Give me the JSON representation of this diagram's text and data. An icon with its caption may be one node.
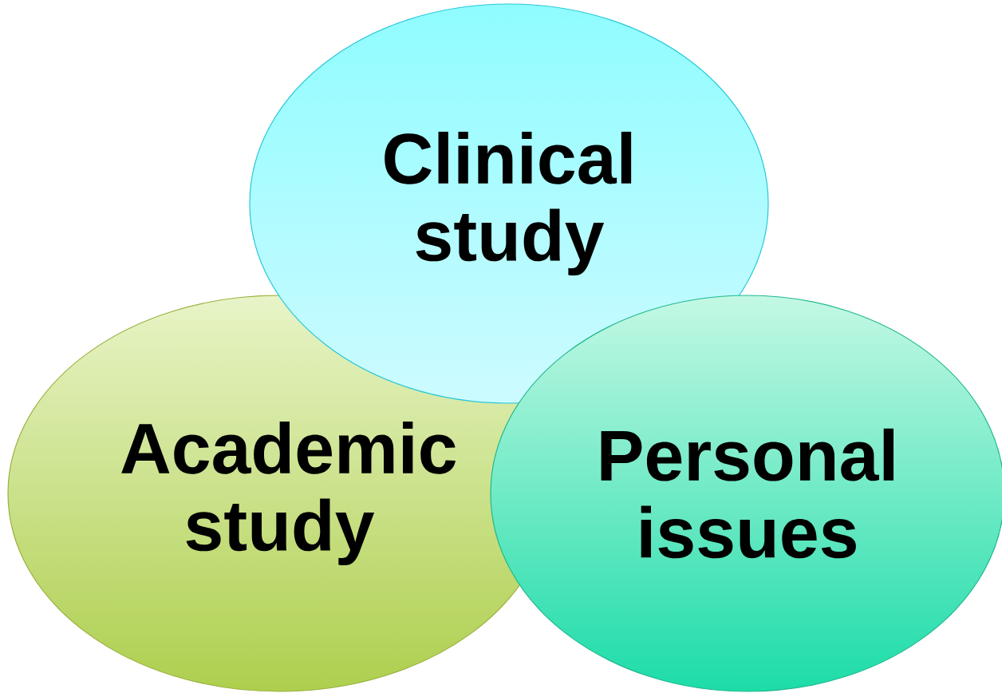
{
  "diagram": {
    "nodes": [
      {
        "text": [
          "Clinical study"
        ]
      },
      {
        "text": [
          "Academic study"
        ]
      },
      {
        "text": [
          "Personal issues"
        ]
      }
    ]
  }
}
